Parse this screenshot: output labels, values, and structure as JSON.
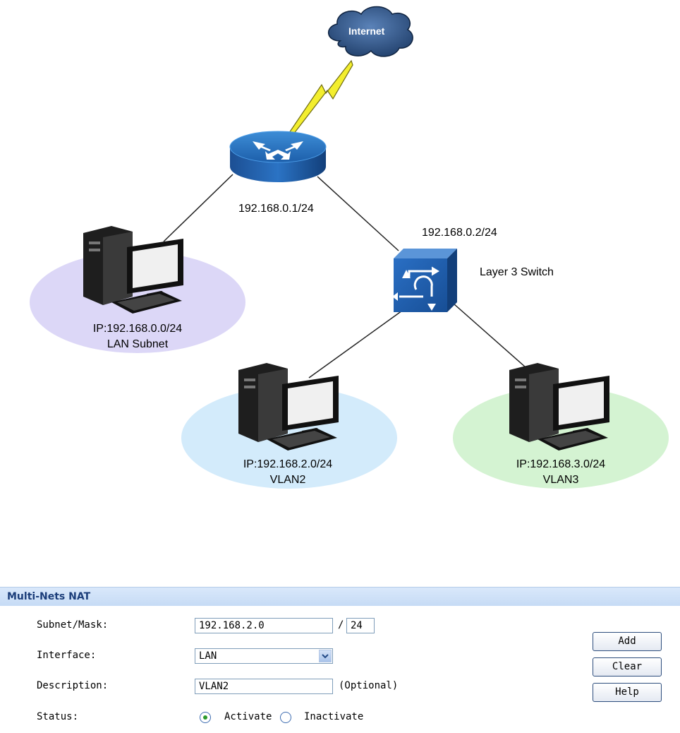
{
  "diagram": {
    "cloud_label": "Internet",
    "router_ip": "192.168.0.1/24",
    "switch_ip": "192.168.0.2/24",
    "switch_label": "Layer 3 Switch",
    "lan": {
      "ip": "IP:192.168.0.0/24",
      "name": "LAN Subnet",
      "color": "#dcd7f7"
    },
    "vlan2": {
      "ip": "IP:192.168.2.0/24",
      "name": "VLAN2",
      "color": "#d3ebfb"
    },
    "vlan3": {
      "ip": "IP:192.168.3.0/24",
      "name": "VLAN3",
      "color": "#d4f3d2"
    }
  },
  "form": {
    "title": "Multi-Nets NAT",
    "subnet_label": "Subnet/Mask:",
    "subnet_value": "192.168.2.0",
    "slash": "/",
    "mask_value": "24",
    "interface_label": "Interface:",
    "interface_value": "LAN",
    "description_label": "Description:",
    "description_value": "VLAN2",
    "optional_note": "(Optional)",
    "status_label": "Status:",
    "status_options": [
      {
        "label": "Activate",
        "selected": true
      },
      {
        "label": "Inactivate",
        "selected": false
      }
    ],
    "buttons": {
      "add": "Add",
      "clear": "Clear",
      "help": "Help"
    }
  }
}
